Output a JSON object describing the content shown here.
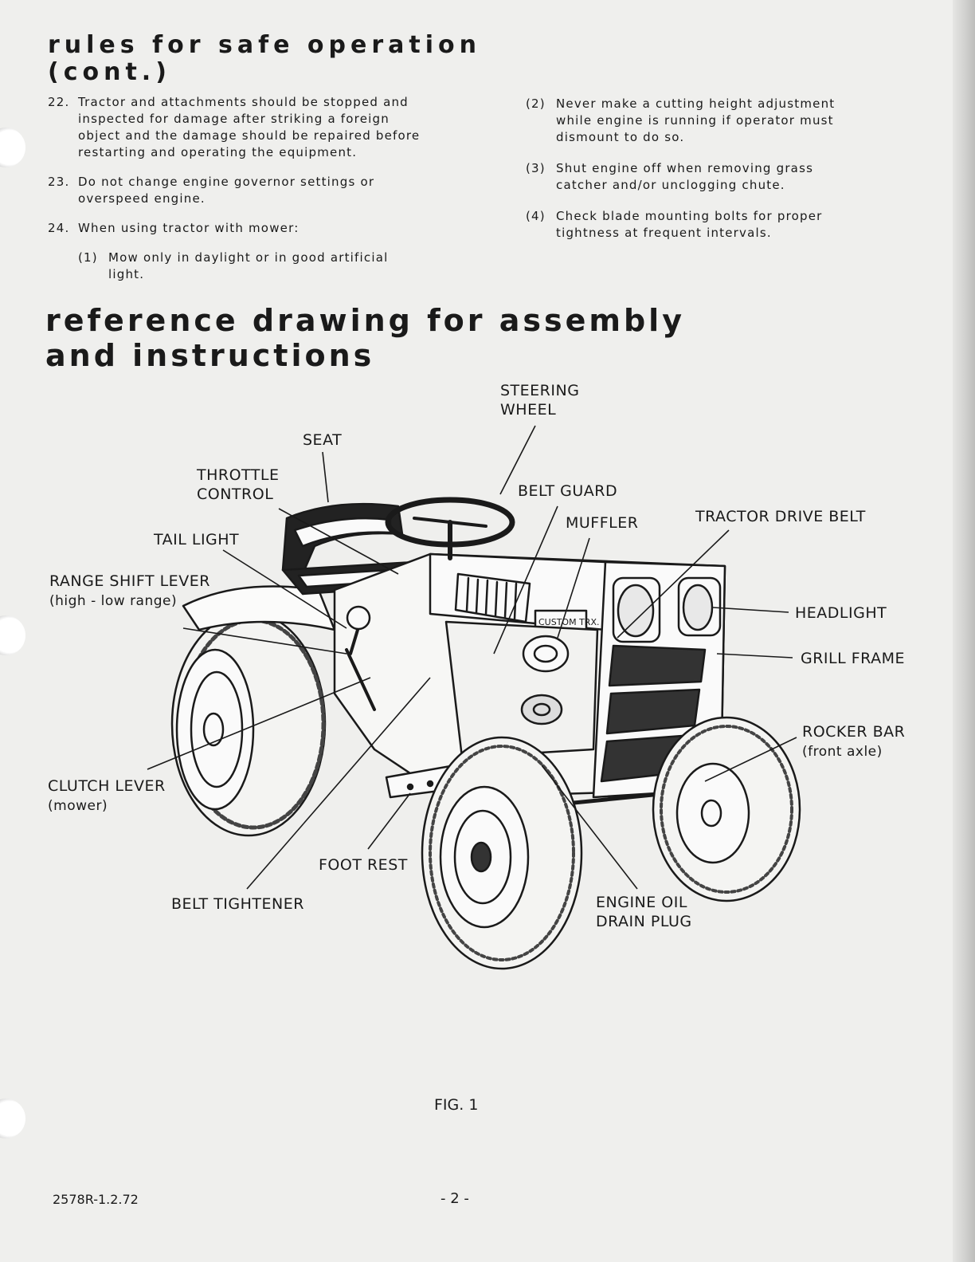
{
  "section1": {
    "title_line1": "rules for safe operation",
    "title_line2": "(cont.)",
    "items": [
      {
        "num": "22.",
        "text": "Tractor and attachments should be stopped and inspected for damage after striking a foreign object and the damage should be repaired before restarting and operating the equipment."
      },
      {
        "num": "23.",
        "text": "Do not change engine governor settings or overspeed engine."
      },
      {
        "num": "24.",
        "text": "When using tractor with mower:"
      }
    ],
    "subitems": [
      {
        "num": "(1)",
        "text": "Mow only in daylight or in good artificial light."
      },
      {
        "num": "(2)",
        "text": "Never make a cutting height adjustment while engine is running if operator must dismount to do so."
      },
      {
        "num": "(3)",
        "text": "Shut engine off when removing grass catcher and/or unclogging chute."
      },
      {
        "num": "(4)",
        "text": "Check blade mounting bolts for proper tightness at frequent intervals."
      }
    ]
  },
  "section2": {
    "title_line1": "reference drawing for assembly",
    "title_line2": "and instructions"
  },
  "labels": {
    "steering_wheel_1": "STEERING",
    "steering_wheel_2": "WHEEL",
    "seat": "SEAT",
    "throttle_1": "THROTTLE",
    "throttle_2": "CONTROL",
    "belt_guard": "BELT GUARD",
    "muffler": "MUFFLER",
    "tractor_drive_belt": "TRACTOR DRIVE BELT",
    "tail_light": "TAIL LIGHT",
    "range_shift_1": "RANGE SHIFT LEVER",
    "range_shift_2": "(high - low range)",
    "headlight": "HEADLIGHT",
    "grill_frame": "GRILL FRAME",
    "rocker_bar_1": "ROCKER BAR",
    "rocker_bar_2": "(front axle)",
    "clutch_lever_1": "CLUTCH LEVER",
    "clutch_lever_2": "(mower)",
    "foot_rest": "FOOT REST",
    "belt_tightener": "BELT TIGHTENER",
    "engine_oil_1": "ENGINE OIL",
    "engine_oil_2": "DRAIN PLUG",
    "brand_badge": "CUSTOM TRX."
  },
  "fig_caption": "FIG. 1",
  "footer": {
    "code": "2578R-1.2.72",
    "page": "- 2 -"
  }
}
